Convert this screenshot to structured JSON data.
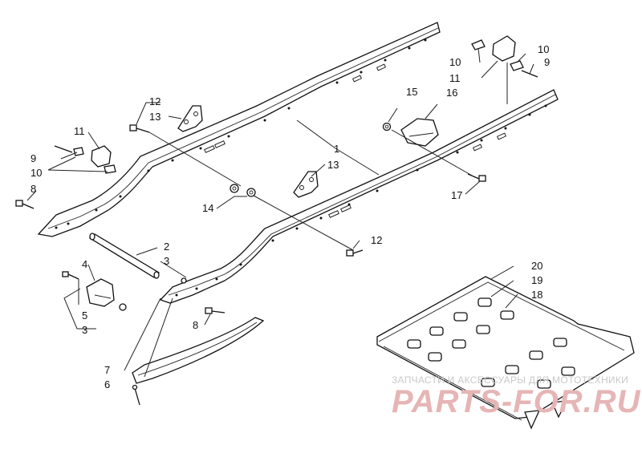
{
  "callouts": [
    {
      "id": "c1",
      "text": "1"
    },
    {
      "id": "c2",
      "text": "2"
    },
    {
      "id": "c3a",
      "text": "3"
    },
    {
      "id": "c3b",
      "text": "3"
    },
    {
      "id": "c4",
      "text": "4"
    },
    {
      "id": "c5",
      "text": "5"
    },
    {
      "id": "c6",
      "text": "6"
    },
    {
      "id": "c7",
      "text": "7"
    },
    {
      "id": "c8a",
      "text": "8"
    },
    {
      "id": "c8b",
      "text": "8"
    },
    {
      "id": "c9a",
      "text": "9"
    },
    {
      "id": "c9b",
      "text": "9"
    },
    {
      "id": "c10a",
      "text": "10"
    },
    {
      "id": "c10b",
      "text": "10"
    },
    {
      "id": "c10c",
      "text": "10"
    },
    {
      "id": "c11a",
      "text": "11"
    },
    {
      "id": "c11b",
      "text": "11"
    },
    {
      "id": "c12a",
      "text": "12"
    },
    {
      "id": "c12b",
      "text": "12"
    },
    {
      "id": "c13a",
      "text": "13"
    },
    {
      "id": "c13b",
      "text": "13"
    },
    {
      "id": "c14",
      "text": "14"
    },
    {
      "id": "c15",
      "text": "15"
    },
    {
      "id": "c16",
      "text": "16"
    },
    {
      "id": "c17",
      "text": "17"
    },
    {
      "id": "c18",
      "text": "18"
    },
    {
      "id": "c19",
      "text": "19"
    },
    {
      "id": "c20",
      "text": "20"
    }
  ],
  "watermark": {
    "line1": "ЗАПЧАСТИ И АКСЕССУАРЫ ДЛЯ МОТОТЕХНИКИ",
    "line2": "PARTS-FOR.RU"
  },
  "colors": {
    "line": "#111111",
    "watermark_text": "#c9c9c9",
    "watermark_logo": "#e6b5b5"
  }
}
